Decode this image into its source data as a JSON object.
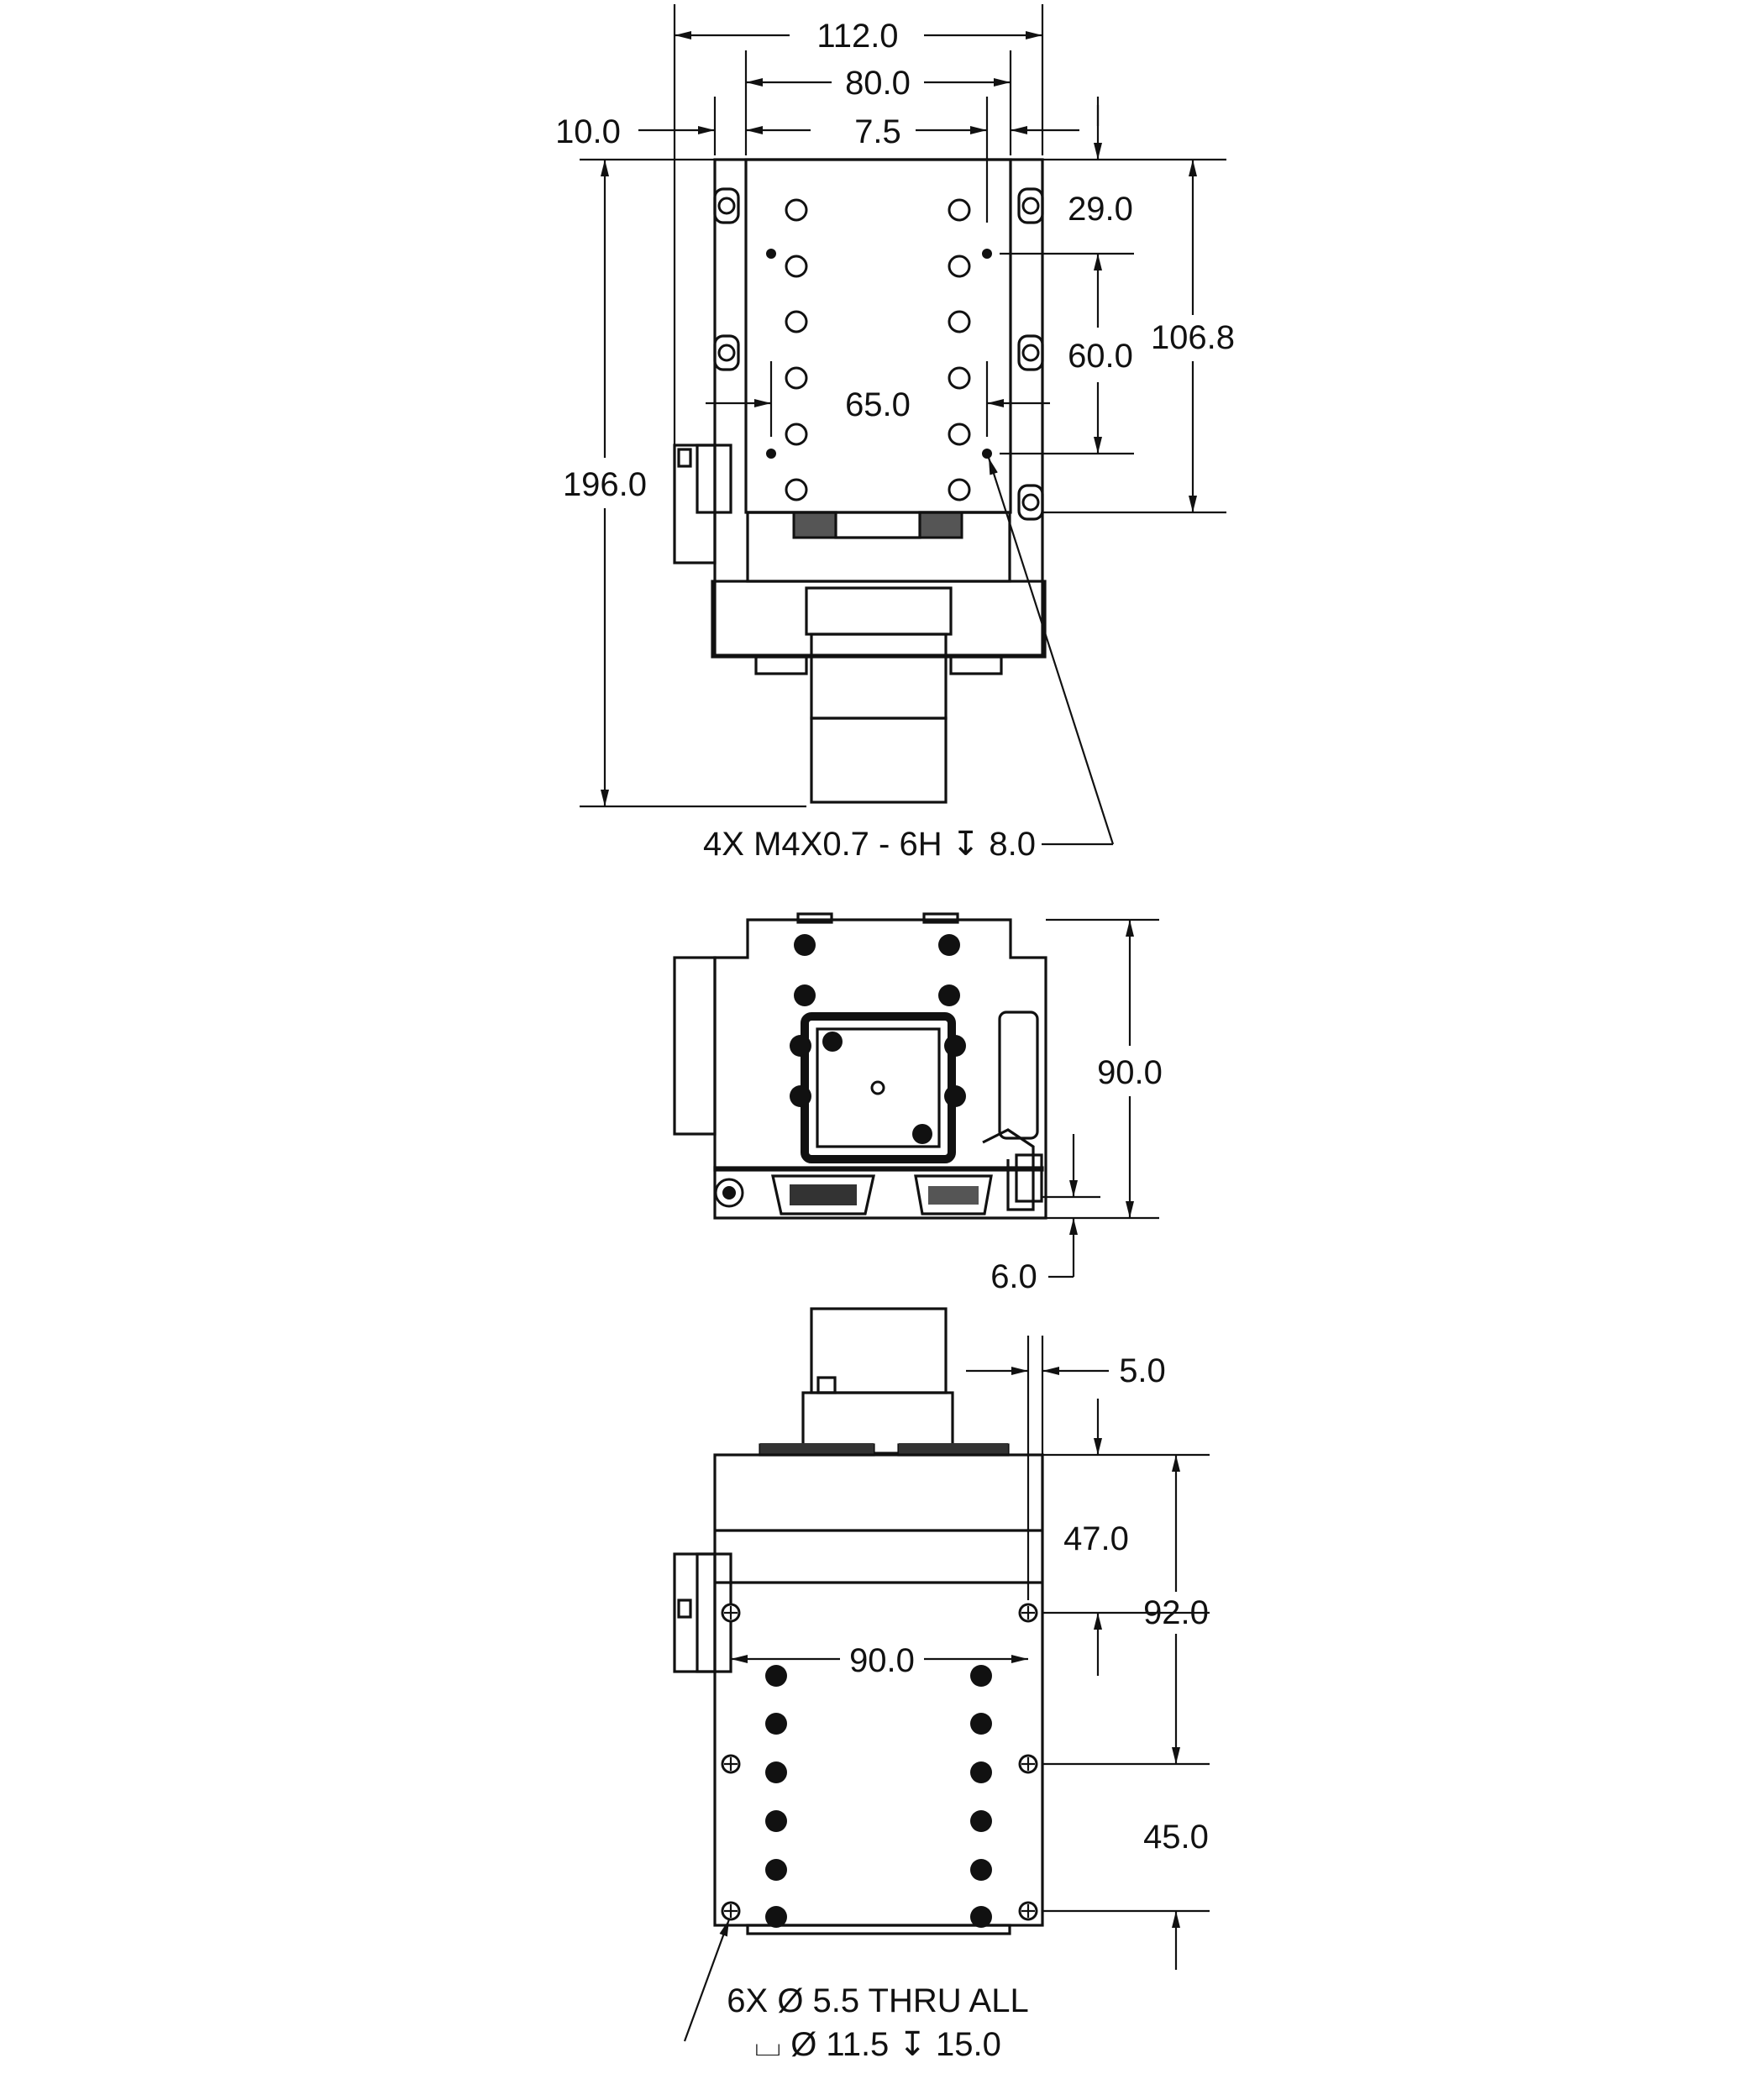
{
  "top_view": {
    "dims": {
      "overall_width": "112.0",
      "top_width": "80.0",
      "left_offset": "10.0",
      "right_offset": "7.5",
      "hole_top_offset": "29.0",
      "hole_pitch_y": "60.0",
      "platform_length": "106.8",
      "hole_pitch_x": "65.0",
      "overall_length": "196.0"
    },
    "callout": "4X M4X0.7 - 6H ↧ 8.0"
  },
  "end_view": {
    "dims": {
      "height": "90.0",
      "base_offset": "6.0"
    }
  },
  "bottom_view": {
    "dims": {
      "edge_offset": "5.0",
      "first_row": "47.0",
      "hole_span_y": "92.0",
      "hole_span_x": "90.0",
      "second_row": "45.0"
    },
    "callout_line1": "6X Ø 5.5 THRU ALL",
    "callout_line2": "⌴ Ø 11.5 ↧ 15.0"
  }
}
